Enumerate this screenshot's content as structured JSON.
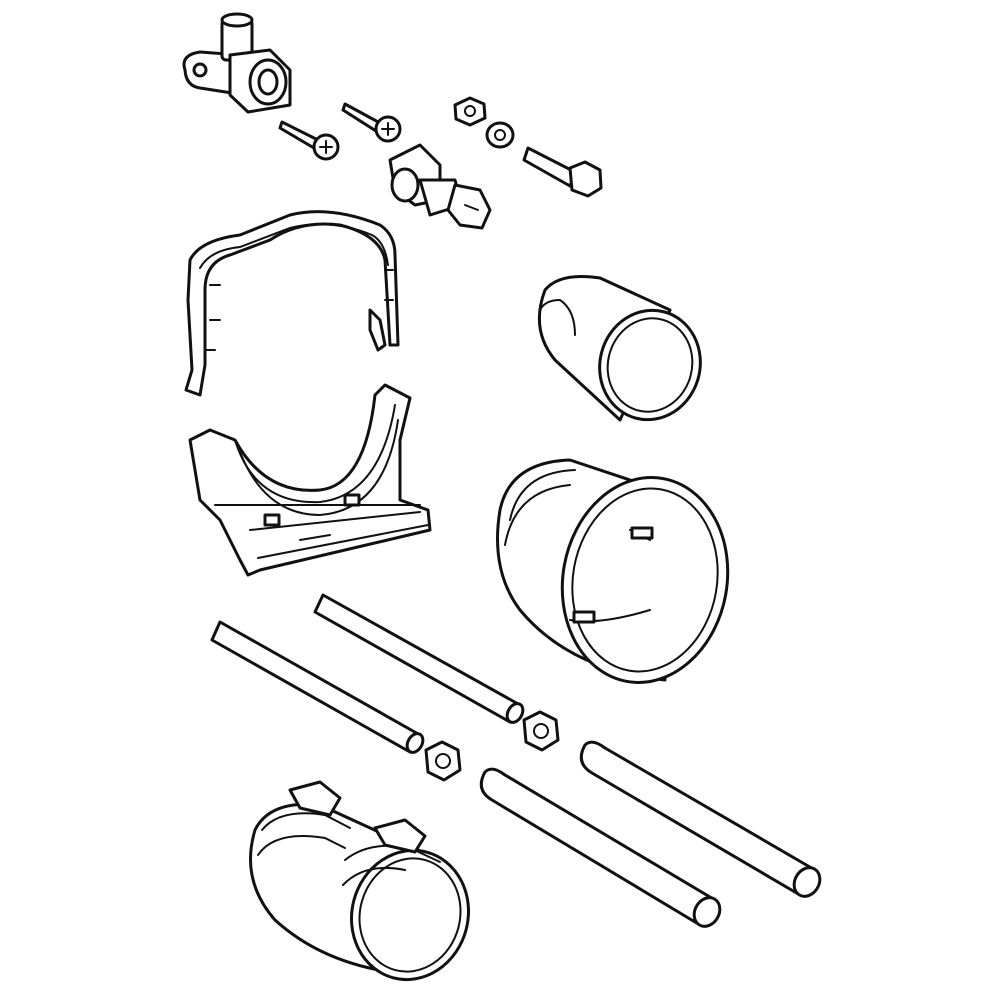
{
  "diagram": {
    "style": "exploded-view line drawing",
    "colors": {
      "stroke": "#111111",
      "background": "#ffffff"
    },
    "parts": [
      "elbow-fitting-with-wall-plate",
      "wood-screw",
      "wood-screw",
      "hex-nut",
      "washer",
      "hex-bolt",
      "angle-valve",
      "pipe-bracket-upper",
      "pipe-clamp-lower",
      "small-sleeve",
      "large-sleeve",
      "threaded-rod",
      "threaded-rod",
      "hex-nut",
      "hex-nut",
      "plain-rod",
      "plain-rod",
      "pipe-coupling-with-hose-clamps"
    ]
  }
}
